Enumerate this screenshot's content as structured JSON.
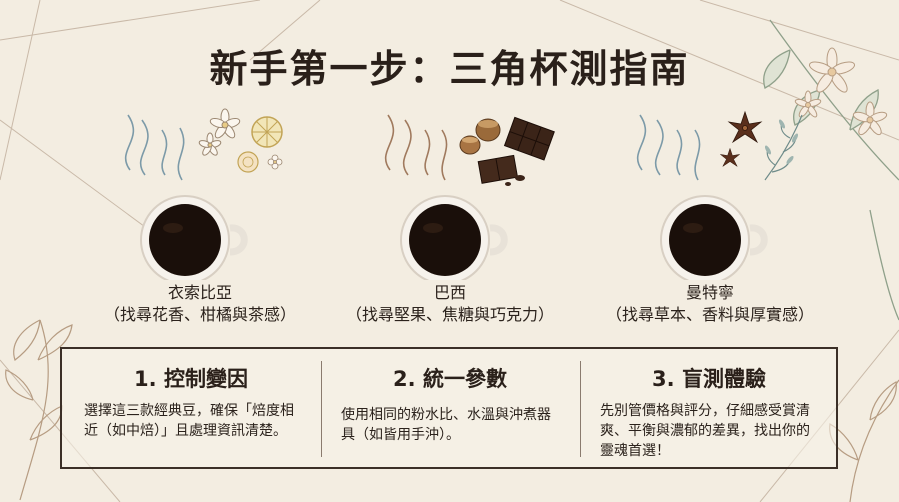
{
  "title": "新手第一步：三角杯測指南",
  "cups": [
    {
      "name": "衣索比亞",
      "hint": "（找尋花香、柑橘與茶感）",
      "aroma_icon": "flower-citrus-icon"
    },
    {
      "name": "巴西",
      "hint": "（找尋堅果、焦糖與巧克力）",
      "aroma_icon": "nut-chocolate-icon"
    },
    {
      "name": "曼特寧",
      "hint": "（找尋草本、香料與厚實感）",
      "aroma_icon": "herb-spice-icon"
    }
  ],
  "steps": [
    {
      "title": "1. 控制變因",
      "desc": "選擇這三款經典豆，確保「焙度相近（如中焙）」且處理資訊清楚。"
    },
    {
      "title": "2. 統一參數",
      "desc": "使用相同的粉水比、水溫與沖煮器具（如皆用手沖）。"
    },
    {
      "title": "3. 盲測體驗",
      "desc": "先別管價格與評分，仔細感受賞清爽、平衡與濃郁的差異，找出你的靈魂首選！"
    }
  ],
  "colors": {
    "background": "#f3ede1",
    "ink": "#2b221c",
    "coffee": "#1a0f0a",
    "steam_warm": "#a07a5e",
    "steam_cool": "#7c9aa8",
    "leaf": "#8fa08a"
  }
}
